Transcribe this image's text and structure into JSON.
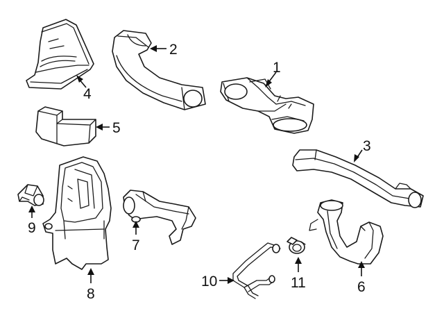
{
  "diagram": {
    "callouts": [
      {
        "id": "1",
        "label": "1"
      },
      {
        "id": "2",
        "label": "2"
      },
      {
        "id": "3",
        "label": "3"
      },
      {
        "id": "4",
        "label": "4"
      },
      {
        "id": "5",
        "label": "5"
      },
      {
        "id": "6",
        "label": "6"
      },
      {
        "id": "7",
        "label": "7"
      },
      {
        "id": "8",
        "label": "8"
      },
      {
        "id": "9",
        "label": "9"
      },
      {
        "id": "10",
        "label": "10"
      },
      {
        "id": "11",
        "label": "11"
      }
    ],
    "colors": {
      "line": "#1a1a1a",
      "fill": "#ffffff",
      "shade": "#e9e9e9"
    }
  }
}
